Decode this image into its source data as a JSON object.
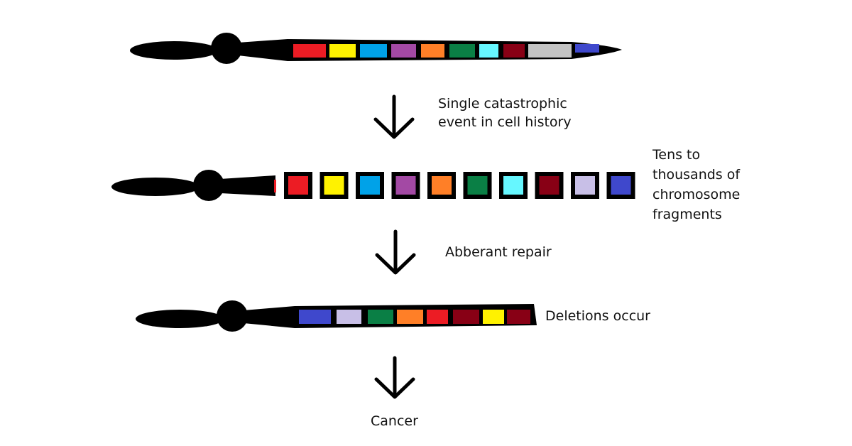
{
  "labels": {
    "step1_line1": "Single catastrophic",
    "step1_line2": "event in cell history",
    "fragments_line1": "Tens to",
    "fragments_line2": "thousands of",
    "fragments_line3": "chromosome",
    "fragments_line4": "fragments",
    "step2": "Abberant repair",
    "step3": "Deletions occur",
    "outcome": "Cancer"
  },
  "colors": {
    "outline": "#000000",
    "red": "#ec1c24",
    "yellow": "#fff200",
    "sky": "#00a2e8",
    "purple": "#a349a4",
    "orange": "#ff7f27",
    "green": "#0a7f45",
    "cyan": "#66f7ff",
    "maroon": "#880015",
    "silver": "#c3c3c3",
    "lavender": "#c8bfe7",
    "blue": "#3f48cc"
  },
  "chromosomes": {
    "original_bands": [
      "red",
      "yellow",
      "sky",
      "purple",
      "orange",
      "green",
      "cyan",
      "maroon",
      "silver",
      "blue"
    ],
    "fragment_bands": [
      "red",
      "yellow",
      "sky",
      "purple",
      "orange",
      "green",
      "cyan",
      "maroon",
      "lavender",
      "blue"
    ],
    "repaired_bands": [
      "blue",
      "lavender",
      "green",
      "orange",
      "red",
      "maroon",
      "yellow",
      "maroon"
    ]
  },
  "arrows": [
    "arrow-down-icon",
    "arrow-down-icon",
    "arrow-down-icon"
  ]
}
